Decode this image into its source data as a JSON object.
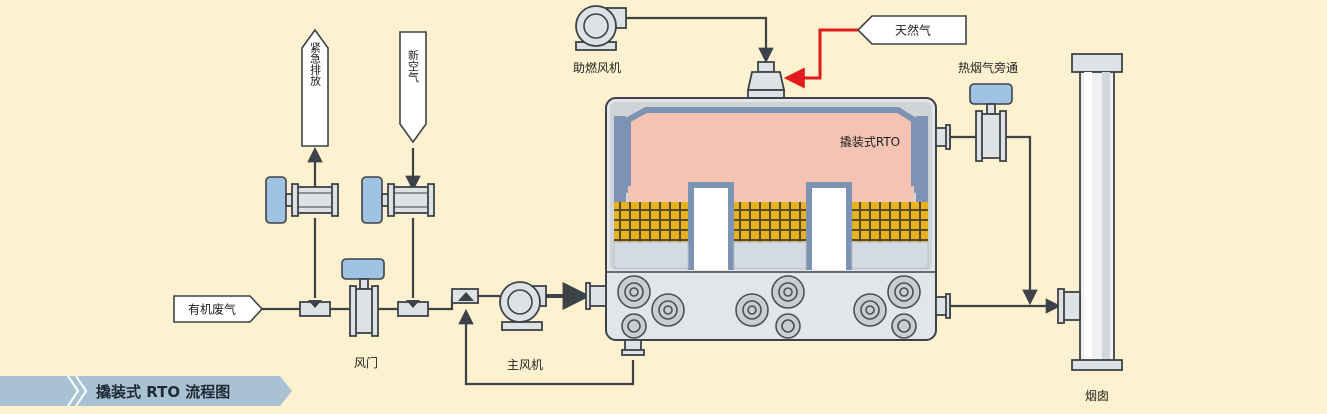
{
  "labels": {
    "emergency_vent": "紧急排放",
    "fresh_air": "新空气",
    "organic_waste_gas": "有机废气",
    "damper": "风门",
    "main_fan": "主风机",
    "combustion_fan": "助燃风机",
    "natural_gas": "天然气",
    "rto": "撬装式RTO",
    "hot_flue_bypass": "热烟气旁通",
    "chimney": "烟囱"
  },
  "title": "撬装式 RTO 流程图",
  "colors": {
    "background": "#fdf1cf",
    "chamber_fill": "#f4c3b3",
    "chamber_lining": "#7d93b4",
    "ceramic_media": "#e6b21f",
    "valve_blue": "#9fc3e2",
    "gas_line": "#e11b1b",
    "title_banner": "#a9c2d3"
  }
}
